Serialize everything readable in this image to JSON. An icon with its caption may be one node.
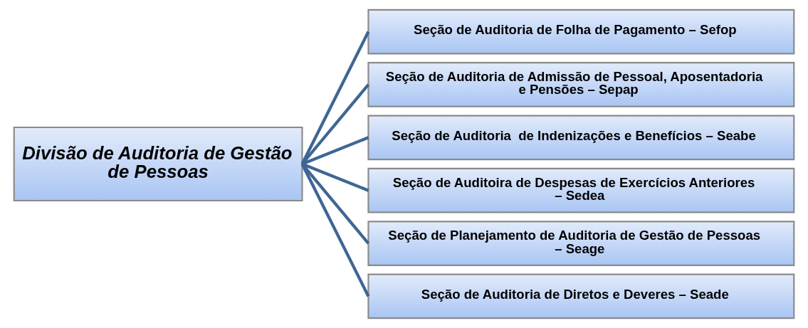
{
  "diagram": {
    "nodes": [
      {
        "text": [
          "Divisão de Auditoria de Gestão de Pessoas"
        ]
      },
      {
        "text": [
          "Seção de Auditoria de Folha de Pagamento – Sefop"
        ]
      },
      {
        "text": [
          "Seção de Auditoria de Admissão de Pessoal, Aposentadoria e Pensões – Sepap"
        ]
      },
      {
        "text": [
          "Seção de Auditoria  de Indenizações e Benefícios – Seabe"
        ]
      },
      {
        "text": [
          "Seção de Auditoira de Despesas de Exercícios Anteriores – Sedea"
        ]
      },
      {
        "text": [
          "Seção de Planejamento de Auditoria de Gestão de Pessoas – Seage"
        ]
      },
      {
        "text": [
          "Seção de Auditoria de Diretos e Deveres – Seade"
        ]
      }
    ],
    "edges": [
      {
        "from": 0,
        "to": 1,
        "arrow": "none"
      },
      {
        "from": 0,
        "to": 2,
        "arrow": "none"
      },
      {
        "from": 0,
        "to": 3,
        "arrow": "none"
      },
      {
        "from": 0,
        "to": 4,
        "arrow": "none"
      },
      {
        "from": 0,
        "to": 5,
        "arrow": "none"
      },
      {
        "from": 0,
        "to": 6,
        "arrow": "none"
      }
    ]
  }
}
